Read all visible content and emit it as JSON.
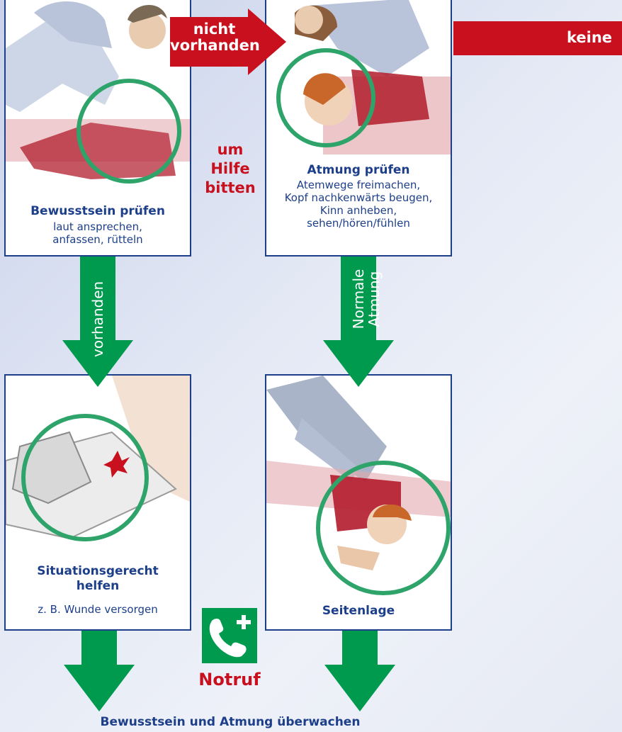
{
  "box1": {
    "title": "Bewusstsein prüfen",
    "lines": [
      "laut ansprechen,",
      "anfassen, rütteln"
    ]
  },
  "box2": {
    "title": "Atmung prüfen",
    "lines": [
      "Atemwege freimachen,",
      "Kopf nachkenwärts beugen,",
      "Kinn anheben,",
      "sehen/hören/fühlen"
    ]
  },
  "box3": {
    "title_lines": [
      "Situationsgerecht",
      "helfen"
    ],
    "line": "z. B. Wunde versorgen"
  },
  "box4": {
    "title": "Seitenlage"
  },
  "arrows": {
    "nicht_vorhanden": [
      "nicht",
      "vorhanden"
    ],
    "keine": "keine",
    "vorhanden": "vorhanden",
    "normale_atmung": [
      "Normale",
      "Atmung"
    ]
  },
  "help": [
    "um",
    "Hilfe",
    "bitten"
  ],
  "notruf": {
    "label": "Notruf",
    "icon": "emergency-phone-icon"
  },
  "footer": "Bewusstsein und Atmung überwachen",
  "colors": {
    "green": "#009a4e",
    "red": "#c8101f",
    "navy": "#1d3f8a",
    "ring": "#2ea46a"
  }
}
